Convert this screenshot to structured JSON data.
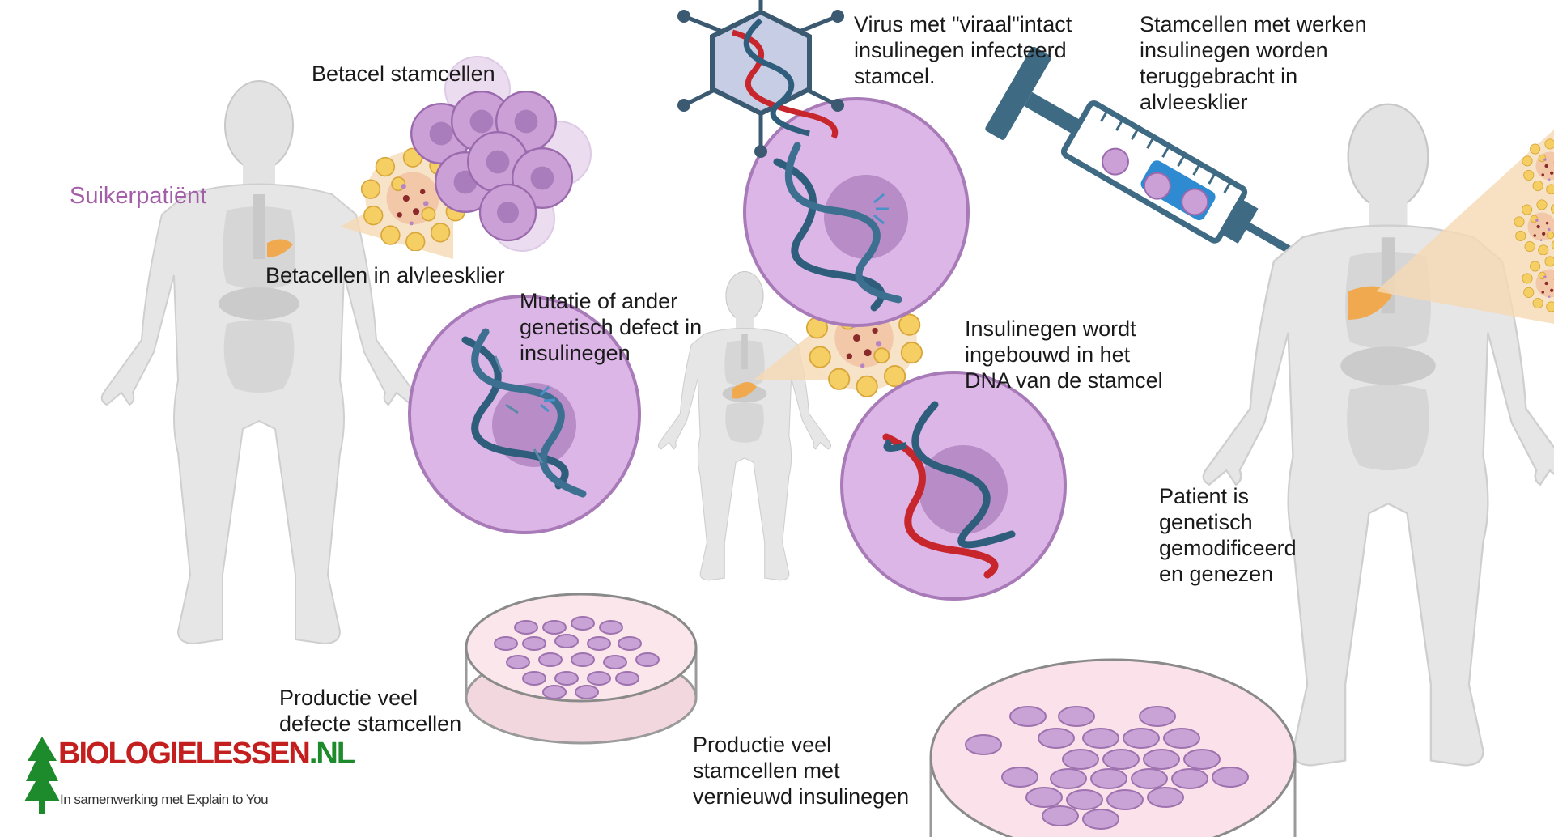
{
  "labels": {
    "patient": "Suikerpatiënt",
    "betacel_stamcellen": "Betacel stamcellen",
    "betacellen_alvleesklier": "Betacellen in alvleesklier",
    "mutatie": [
      "Mutatie of ander",
      "genetisch defect in",
      "insulinegen"
    ],
    "productie_defect": [
      "Productie veel",
      "defecte stamcellen"
    ],
    "virus": [
      "Virus met \"viraal\"intact",
      "insulinegen infecteerd",
      "stamcel."
    ],
    "insulinegen_ingebouwd": [
      "Insulinegen wordt",
      "ingebouwd in het",
      "DNA van de stamcel"
    ],
    "productie_vernieuwd": [
      "Productie veel",
      "stamcellen met",
      "vernieuwd insulinegen"
    ],
    "stamcellen_terug": [
      "Stamcellen met werken",
      "insulinegen worden",
      "teruggebracht in",
      "alvleesklier"
    ],
    "patient_genezen": [
      "Patient is",
      "genetisch",
      "gemodificeerd",
      "en genezen"
    ]
  },
  "logo": {
    "brand": "BIOLOGIELESSEN",
    "brand_suffix": ".NL",
    "tagline": "In samenwerking met Explain to You"
  },
  "colors": {
    "cell": "#dcb6e6",
    "cell_border": "#a87bb8",
    "nucleus": "#b88cc7",
    "dna_blue": "#2f5d7c",
    "dna_red": "#c7262d",
    "body": "#e4e4e4",
    "pancreas": "#f0a94e",
    "syringe": "#3f6a84",
    "dish_fill": "#f7dbe4"
  }
}
